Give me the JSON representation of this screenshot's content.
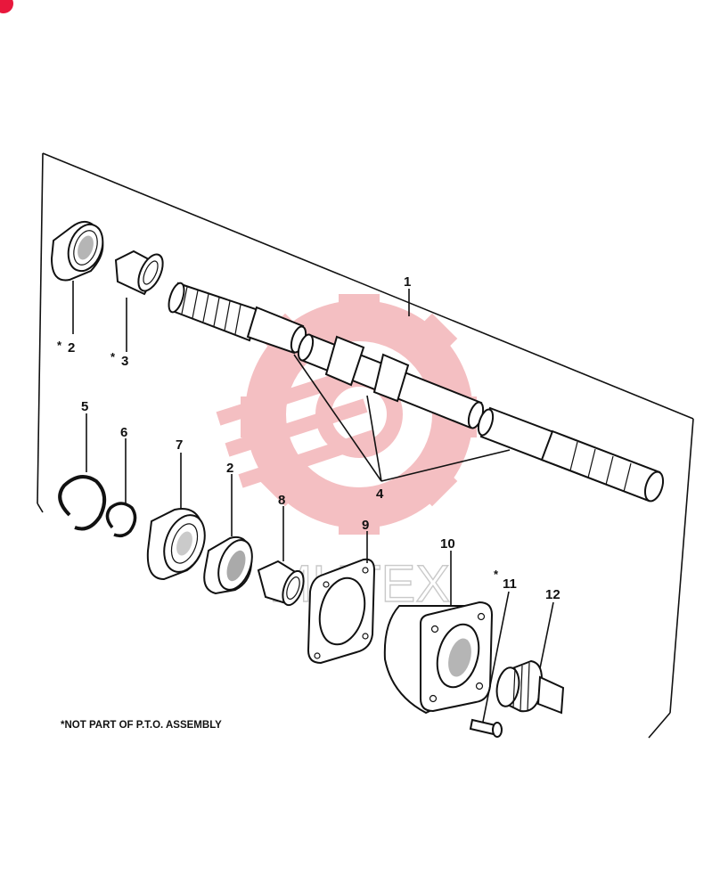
{
  "corner_marker_color": "#e8173c",
  "watermark": {
    "text": "MHTEX",
    "gear_color": "#f3b5b8"
  },
  "footnote": "*NOT PART OF P.T.O. ASSEMBLY",
  "callouts": {
    "c1": "1",
    "c2a": "2",
    "c3": "3",
    "c4": "4",
    "c5": "5",
    "c6": "6",
    "c7": "7",
    "c2b": "2",
    "c8": "8",
    "c9": "9",
    "c10": "10",
    "c11": "11",
    "c12": "12"
  },
  "asterisks": {
    "a2": "*",
    "a3": "*",
    "a11": "*"
  }
}
